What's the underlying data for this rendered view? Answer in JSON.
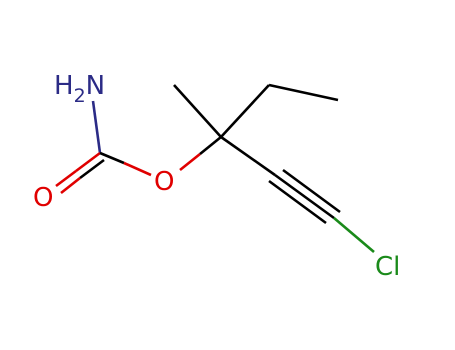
{
  "molecule": {
    "atoms": {
      "amine": {
        "h": "H",
        "sub": "2",
        "n": "N"
      },
      "carbonyl_oxygen": "O",
      "ester_oxygen": "O",
      "chlorine": "Cl"
    },
    "colors": {
      "bond": "#000000",
      "nitrogen": "#2b2b86",
      "oxygen": "#e00000",
      "chlorine": "#1a8a1a"
    }
  }
}
